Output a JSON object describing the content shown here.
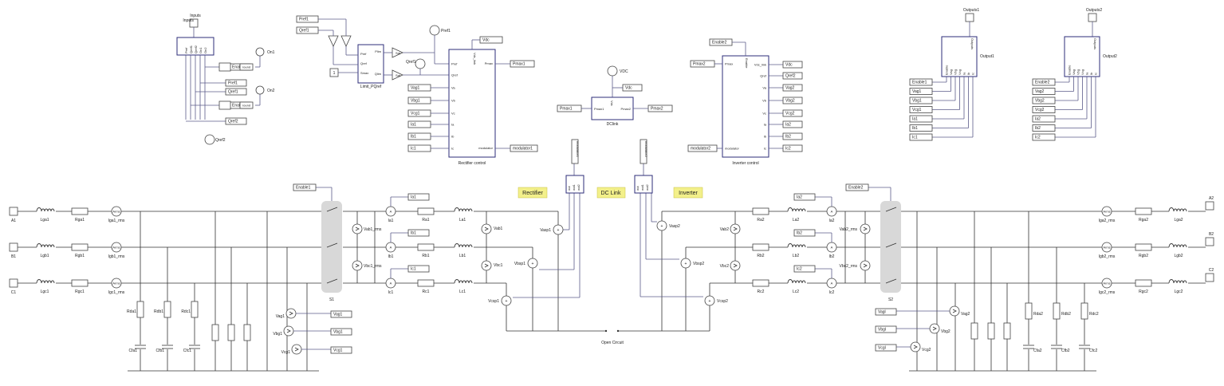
{
  "labels": {
    "rectifier": "Rectifier",
    "dc_link": "DC Link",
    "inverter": "Inverter",
    "open_circuit": "Open Circuit",
    "rectifier_control": "Rectifier control",
    "inverter_control": "Inverter control",
    "dclink_block": "DClink",
    "limit_pqref": "Limit_PQref",
    "switch_s1": "S1",
    "switch_s2": "S2",
    "inputs": "Inputs",
    "outputs1": "Outputs1",
    "outputs2": "Outputs2",
    "output1": "Output1",
    "output2": "Output2",
    "vdc_meter": "VDC",
    "pref1_meter": "Pref1",
    "qref1_meter": "Qref1",
    "qref2_meter": "Qref2",
    "on1": "On1",
    "on2": "On2"
  },
  "ports_left": [
    "A1",
    "B1",
    "C1"
  ],
  "ports_right": [
    "A2",
    "B2",
    "C2"
  ],
  "src_left": {
    "lg": [
      "Lga1",
      "Lgb1",
      "Lgc1"
    ],
    "rg": [
      "Rga1",
      "Rgb1",
      "Rgc1"
    ],
    "ig": [
      "Iga1_rms",
      "Igb1_rms",
      "Igc1_rms"
    ],
    "rd": [
      "Rda1",
      "Rdb1",
      "Rdc1"
    ],
    "cf": [
      "Cfa1",
      "Cfb1",
      "Cfc1"
    ],
    "vg": [
      "Vag1",
      "Vbg1",
      "Vcg1"
    ]
  },
  "src_right": {
    "lg": [
      "Lga2",
      "Lgb2",
      "Lgc2"
    ],
    "rg": [
      "Rga2",
      "Rgb2",
      "Rgc2"
    ],
    "ig": [
      "Iga2_rms",
      "Igb2_rms",
      "Igc2_rms"
    ],
    "rd": [
      "Rda2",
      "Rdb2",
      "Rdc2"
    ],
    "cf": [
      "Cfa2",
      "Cfb2",
      "Cfc2"
    ],
    "vg": [
      "Vag2",
      "Vbg2",
      "Vcg2"
    ],
    "vg_tags": [
      "Vagl",
      "Vbgl",
      "Vcgl"
    ]
  },
  "conv_left": {
    "i": [
      "Ia1",
      "Ib1",
      "Ic1"
    ],
    "r": [
      "Ra1",
      "Rb1",
      "Rc1"
    ],
    "l": [
      "La1",
      "Lb1",
      "Lc1"
    ],
    "vl": [
      "Vab1",
      "Vbc1"
    ],
    "vl_rms": [
      "Vab1_rms",
      "Vbc1_rms"
    ],
    "vs": [
      "Vasp1",
      "Vbsp1",
      "Vcsp1"
    ],
    "enable": "Enable1"
  },
  "conv_right": {
    "i": [
      "Ia2",
      "Ib2",
      "Ic2"
    ],
    "r": [
      "Ra2",
      "Rb2",
      "Rc2"
    ],
    "l": [
      "La2",
      "Lb2",
      "Lc2"
    ],
    "vl": [
      "Vab2",
      "Vbc2"
    ],
    "vl_rms": [
      "Vab2_rms",
      "Vbc2_rms"
    ],
    "vs": [
      "Vasp2",
      "Vbsp2",
      "Vcsp2"
    ],
    "enable": "Enable2"
  },
  "rect_ctrl": {
    "in_ports": [
      "Pref",
      "Qref",
      "Va",
      "Vb",
      "Vc",
      "Ia",
      "Ib",
      "Ic"
    ],
    "out_ports": [
      "Pmax",
      "modulator"
    ],
    "side_port": "Vdc_link",
    "in_tags": [
      "Vag1",
      "Vbg1",
      "Vcg1",
      "Ia1",
      "Ib1",
      "Ic1"
    ],
    "out_tags": [
      "Pmax1",
      "modulator1"
    ],
    "vdc_tag": "Vdc"
  },
  "limit_block": {
    "in_ports": [
      "Pref",
      "Qref",
      "Smax"
    ],
    "out_ports": [
      "Plim",
      "Qlim"
    ],
    "pref_tag": "Pref1",
    "qref_tag": "Qref1",
    "smax_val": "1",
    "sat1": "Sat",
    "sat2": "Sat"
  },
  "inv_ctrl": {
    "in_ports": [
      "Pmax",
      "Vdc_link",
      "Qref",
      "Va",
      "Vb",
      "Vc",
      "Ia",
      "Ib",
      "Ic"
    ],
    "out_ports": [
      "modulator"
    ],
    "top_port": "Enable",
    "in_tags": [
      "Vdc",
      "Qref2",
      "Vag2",
      "Vbg2",
      "Vcg2",
      "Ia2",
      "Ib2",
      "Ic2"
    ],
    "pmax_tag": "Pmax2",
    "mod_tag": "modulator2",
    "enable_tag": "Enable2"
  },
  "dclink": {
    "in_port": "Pmax1",
    "out_port": "Pmax2",
    "top_port": "Vdc",
    "in_tag": "Pmax1",
    "out_tag": "Pmax2",
    "vdc_tag": "Vdc"
  },
  "inputs_block": {
    "pins": [
      "Pref",
      "Qref1",
      "Qref2",
      "On1",
      "On2"
    ],
    "tags": [
      "Enable1",
      "Pref1",
      "Qref1",
      "Enable2",
      "Qref2"
    ],
    "round": "round"
  },
  "output1_block": {
    "pins": [
      "Enable",
      "Vag",
      "Vbg",
      "Vcg",
      "Ia",
      "Ib",
      "Ic"
    ],
    "tags": [
      "Enable1",
      "Vag1",
      "Vbg1",
      "Vcg1",
      "Ia1",
      "Ib1",
      "Ic1"
    ],
    "out_pin": "Outputs"
  },
  "output2_block": {
    "pins": [
      "Enable",
      "Vag",
      "Vbg",
      "Vcg",
      "Ia",
      "Ib",
      "Ic"
    ],
    "tags": [
      "Enable2",
      "Vag2",
      "Vbg2",
      "Vcg2",
      "Ia2",
      "Ib2",
      "Ic2"
    ],
    "out_pin": "Outputs"
  },
  "mux_left": {
    "tag": "modulator1",
    "pins": [
      "out",
      "out1",
      "out2"
    ]
  },
  "mux_right": {
    "tag": "modulator2",
    "pins": [
      "out",
      "out1",
      "out2"
    ]
  },
  "colors": {
    "block_border": "#2e2e7a",
    "highlight": "#f3f08a",
    "signal_wire": "#5b5b8a"
  }
}
